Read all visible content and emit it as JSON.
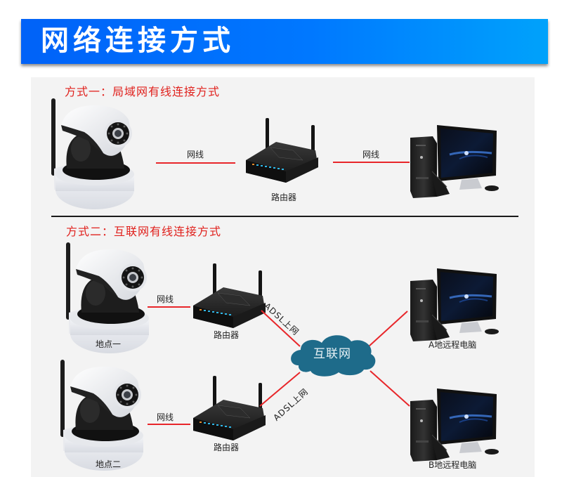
{
  "header": {
    "title": "网络连接方式",
    "gradient_start": "#0062f8",
    "gradient_end": "#00a2fb"
  },
  "section1": {
    "title": "方式一：局域网有线连接方式",
    "cable_label_1": "网线",
    "cable_label_2": "网线",
    "router_label": "路由器",
    "devices": [
      "ip-camera",
      "router",
      "desktop-computer"
    ]
  },
  "section2": {
    "title": "方式二：互联网有线连接方式",
    "site1": {
      "location_label": "地点一",
      "cable_label": "网线",
      "router_label": "路由器",
      "uplink_label": "ADSL上网"
    },
    "site2": {
      "location_label": "地点二",
      "cable_label": "网线",
      "router_label": "路由器",
      "uplink_label": "ADSL上网"
    },
    "cloud_label": "互联网",
    "remote_pc_a": "A地远程电脑",
    "remote_pc_b": "B地远程电脑"
  },
  "colors": {
    "accent_red": "#e0201c",
    "line_red": "#e8262a",
    "cloud": "#1e6b8a",
    "panel_bg": "#f3f3f3"
  }
}
